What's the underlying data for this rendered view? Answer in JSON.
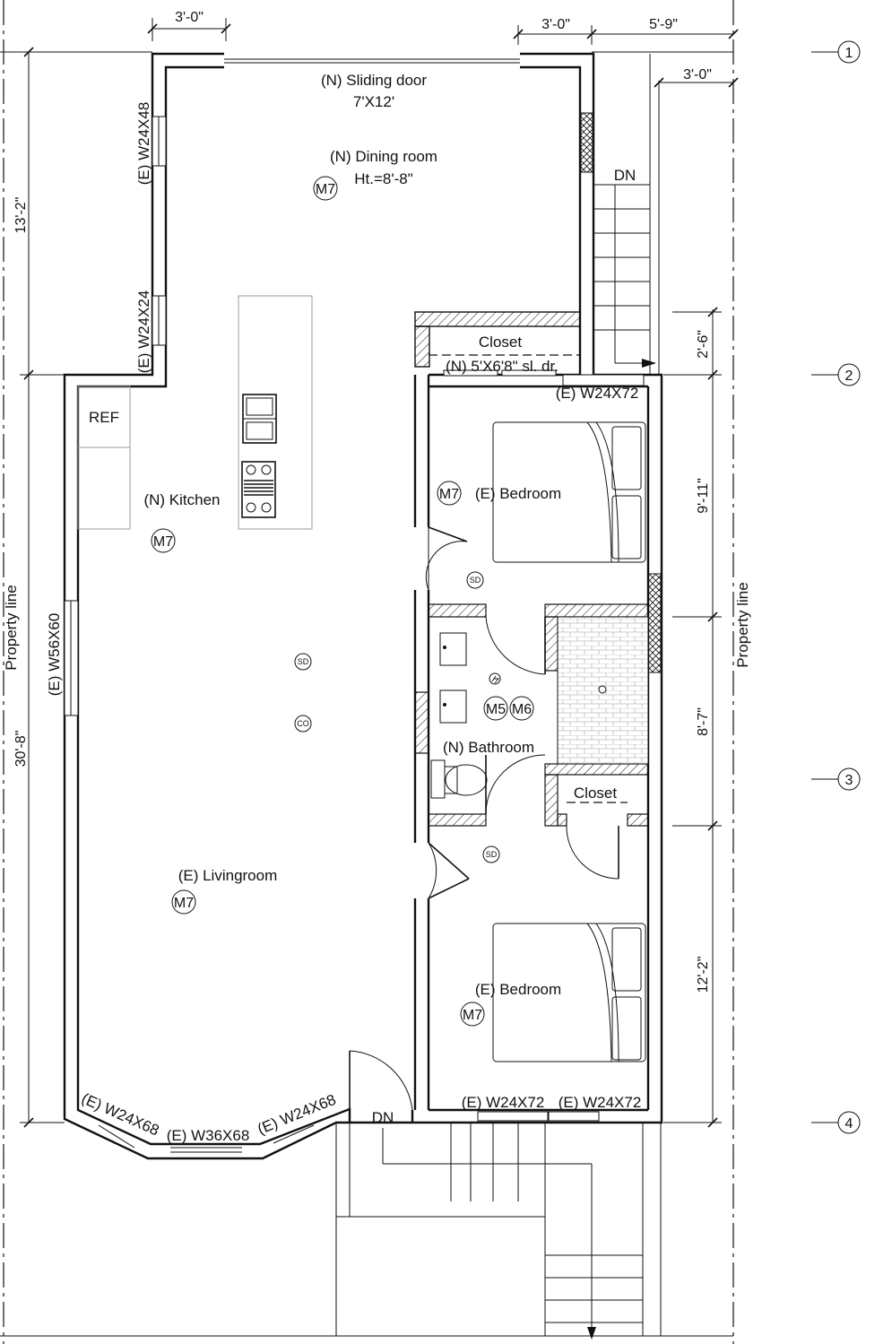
{
  "rooms": {
    "dining": "(N) Dining room",
    "dining_height": "Ht.=8'-8\"",
    "sliding_door": "(N) Sliding door",
    "sliding_door_size": "7'X12'",
    "kitchen": "(N) Kitchen",
    "ref": "REF",
    "livingroom": "(E) Livingroom",
    "bedroom_top": "(E) Bedroom",
    "bedroom_bottom": "(E) Bedroom",
    "bathroom": "(N) Bathroom",
    "closet_top": "Closet",
    "closet_bath": "Closet",
    "closet_door": "(N) 5'X6'8\" sl. dr."
  },
  "windows": {
    "w_top_left": "(E) W24X48",
    "w_mid_left": "(E) W24X24",
    "w_living_left": "(E) W56X60",
    "w_bedroom_top": "(E) W24X72",
    "w_bedroom_bottom_1": "(E) W24X72",
    "w_bedroom_bottom_2": "(E) W24X72",
    "w_bay_left": "(E) W24X68",
    "w_bay_center": "(E) W36X68",
    "w_bay_right": "(E) W24X68"
  },
  "stairs": {
    "dn_top": "DN",
    "dn_bottom": "DN"
  },
  "dimensions": {
    "top_left": "3'-0\"",
    "top_center": "3'-0\"",
    "top_right": "5'-9\"",
    "right_offset": "3'-0\"",
    "left_upper": "13'-2\"",
    "left_lower": "30'-8\"",
    "right_1": "2'-6\"",
    "right_2": "9'-11\"",
    "right_3": "8'-7\"",
    "right_4": "12'-2\""
  },
  "property_line": {
    "left": "Property line",
    "right": "Property line"
  },
  "grid_markers": [
    "1",
    "2",
    "3",
    "4"
  ],
  "device_tags": {
    "m7": "M7",
    "m5": "M5",
    "m6": "M6",
    "sd": "SD",
    "co": "CO"
  }
}
